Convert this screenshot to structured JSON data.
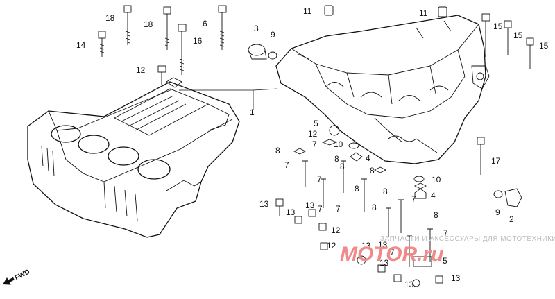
{
  "callouts": [
    {
      "id": "c18a",
      "text": "18"
    },
    {
      "id": "c14",
      "text": "14"
    },
    {
      "id": "c18b",
      "text": "18"
    },
    {
      "id": "c16",
      "text": "16"
    },
    {
      "id": "c6",
      "text": "6"
    },
    {
      "id": "c12a",
      "text": "12"
    },
    {
      "id": "c3",
      "text": "3"
    },
    {
      "id": "c9a",
      "text": "9"
    },
    {
      "id": "c11a",
      "text": "11"
    },
    {
      "id": "c11b",
      "text": "11"
    },
    {
      "id": "c15a",
      "text": "15"
    },
    {
      "id": "c15b",
      "text": "15"
    },
    {
      "id": "c15c",
      "text": "15"
    },
    {
      "id": "c1",
      "text": "1"
    },
    {
      "id": "c5a",
      "text": "5"
    },
    {
      "id": "c12b",
      "text": "12"
    },
    {
      "id": "c10a",
      "text": "10"
    },
    {
      "id": "c8a",
      "text": "8"
    },
    {
      "id": "c7a",
      "text": "7"
    },
    {
      "id": "c8b",
      "text": "8"
    },
    {
      "id": "c4a",
      "text": "4"
    },
    {
      "id": "c8c",
      "text": "8"
    },
    {
      "id": "c7b",
      "text": "7"
    },
    {
      "id": "c8d",
      "text": "8"
    },
    {
      "id": "c17",
      "text": "17"
    },
    {
      "id": "c10b",
      "text": "10"
    },
    {
      "id": "c7c",
      "text": "7"
    },
    {
      "id": "c8e",
      "text": "8"
    },
    {
      "id": "c8f",
      "text": "8"
    },
    {
      "id": "c4b",
      "text": "4"
    },
    {
      "id": "c13a",
      "text": "13"
    },
    {
      "id": "c7d",
      "text": "7"
    },
    {
      "id": "c13b",
      "text": "13"
    },
    {
      "id": "c13c",
      "text": "13"
    },
    {
      "id": "c7e",
      "text": "7"
    },
    {
      "id": "c8g",
      "text": "8"
    },
    {
      "id": "c7f",
      "text": "7"
    },
    {
      "id": "c9b",
      "text": "9"
    },
    {
      "id": "c2",
      "text": "2"
    },
    {
      "id": "c12c",
      "text": "12"
    },
    {
      "id": "c8h",
      "text": "8"
    },
    {
      "id": "c7g",
      "text": "7"
    },
    {
      "id": "c12d",
      "text": "12"
    },
    {
      "id": "c13d",
      "text": "13"
    },
    {
      "id": "c13e",
      "text": "13"
    },
    {
      "id": "c7h",
      "text": "7"
    },
    {
      "id": "c5b",
      "text": "5"
    },
    {
      "id": "c13f",
      "text": "13"
    },
    {
      "id": "c13g",
      "text": "13"
    },
    {
      "id": "c13h",
      "text": "13"
    }
  ],
  "fwd_label": "FWD",
  "watermark": {
    "tagline": "ЗАПЧАСТИ И АКСЕССУАРЫ ДЛЯ МОТОТЕХНИКИ",
    "logo": "MOTOR.ru"
  },
  "colors": {
    "line": "#111111",
    "watermark_logo": "#f08a8a",
    "watermark_text": "#bdbdbd"
  }
}
